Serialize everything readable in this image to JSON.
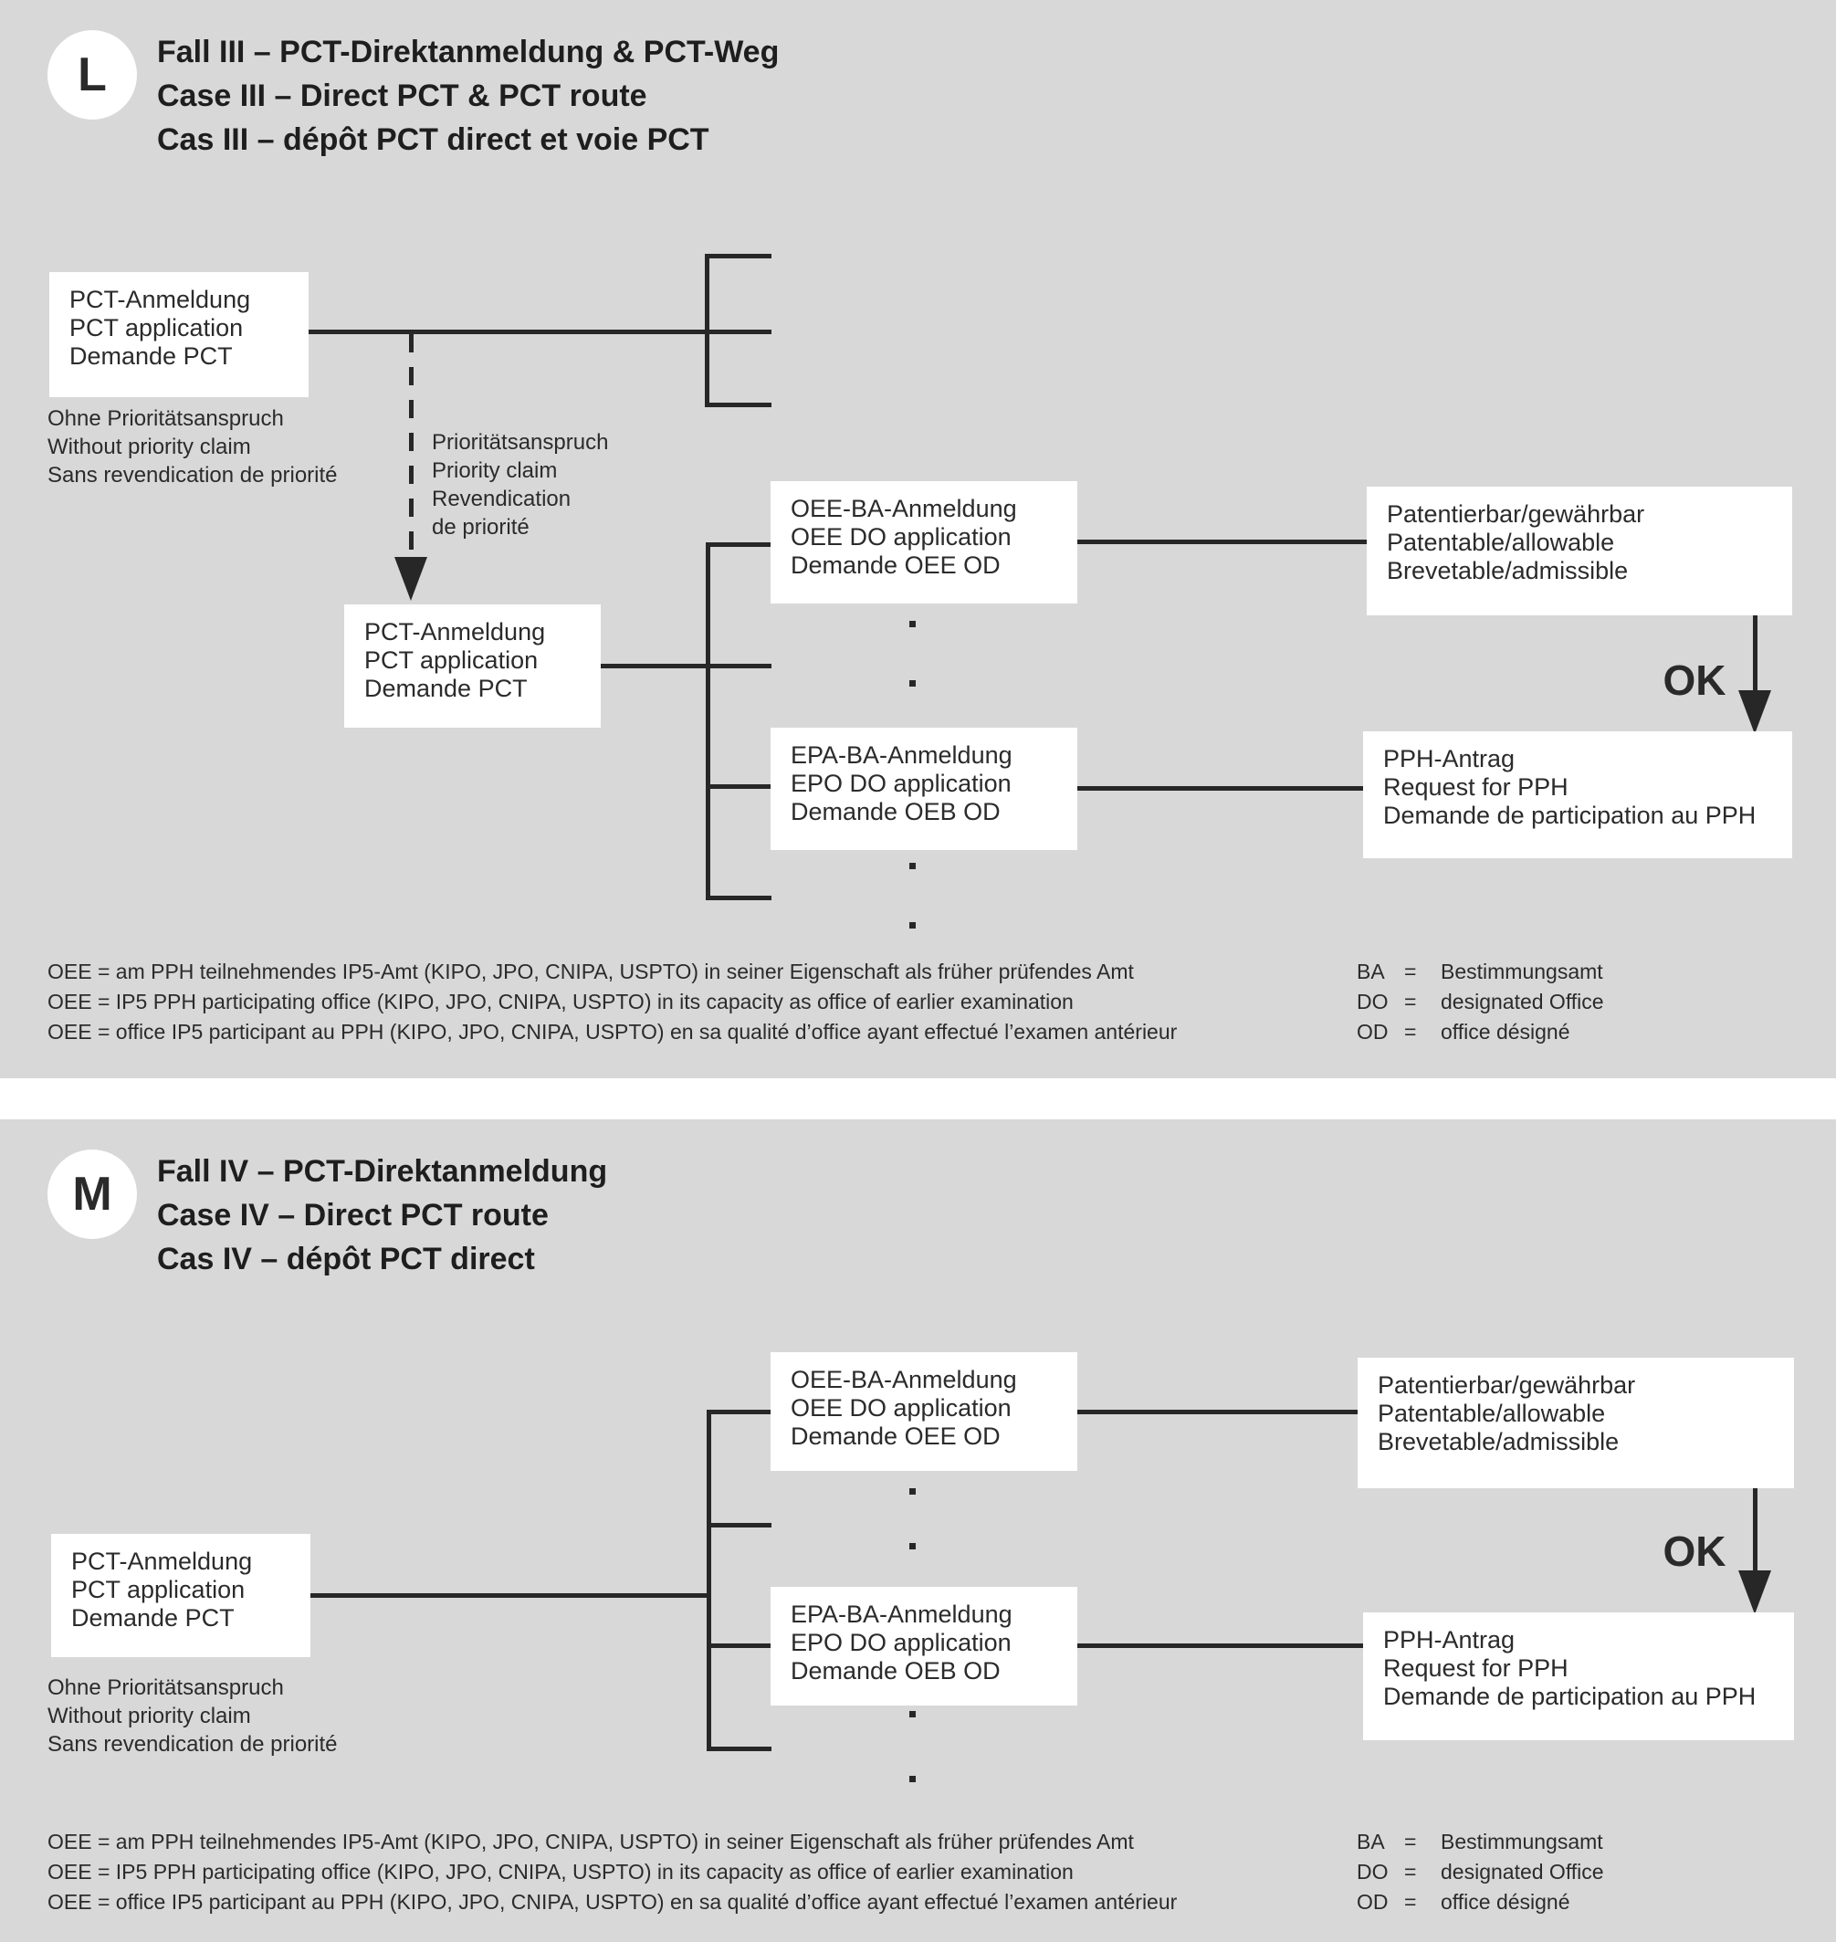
{
  "colors": {
    "panel_bg": "#d8d8d8",
    "node_bg": "#ffffff",
    "line": "#272727"
  },
  "panels": [
    {
      "badge": "L",
      "title": [
        "Fall III – PCT-Direktanmeldung & PCT-Weg",
        "Case III – Direct PCT & PCT route",
        "Cas III – dépôt PCT direct et voie PCT"
      ],
      "nodes": {
        "pct_first": [
          "PCT-Anmeldung",
          "PCT application",
          "Demande PCT"
        ],
        "pct_second": [
          "PCT-Anmeldung",
          "PCT application",
          "Demande PCT"
        ],
        "oee_do": [
          "OEE-BA-Anmeldung",
          "OEE DO application",
          "Demande OEE OD"
        ],
        "epo_do": [
          "EPA-BA-Anmeldung",
          "EPO DO application",
          "Demande OEB OD"
        ],
        "patentable": [
          "Patentierbar/gewährbar",
          "Patentable/allowable",
          "Brevetable/admissible"
        ],
        "pph_request": [
          "PPH-Antrag",
          "Request for PPH",
          "Demande de participation au PPH"
        ]
      },
      "edge_labels": {
        "without_priority": [
          "Ohne Prioritätsanspruch",
          "Without priority claim",
          "Sans revendication de priorité"
        ],
        "priority_claim": [
          "Prioritätsanspruch",
          "Priority claim",
          "Revendication",
          "de priorité"
        ],
        "ok": "OK"
      },
      "legend_left": [
        "OEE = am PPH teilnehmendes IP5-Amt (KIPO, JPO, CNIPA, USPTO) in seiner Eigenschaft als früher prüfendes Amt",
        "OEE = IP5 PPH participating office (KIPO, JPO, CNIPA, USPTO) in its capacity as office of earlier examination",
        "OEE = office IP5 participant au PPH (KIPO, JPO, CNIPA, USPTO) en sa qualité d’office ayant effectué l’examen antérieur"
      ],
      "legend_right": [
        {
          "abbr": "BA",
          "sign": "=",
          "label": "Bestimmungsamt"
        },
        {
          "abbr": "DO",
          "sign": "=",
          "label": "designated Office"
        },
        {
          "abbr": "OD",
          "sign": "=",
          "label": "office désigné"
        }
      ]
    },
    {
      "badge": "M",
      "title": [
        "Fall IV – PCT-Direktanmeldung",
        "Case IV – Direct PCT route",
        "Cas IV – dépôt PCT direct"
      ],
      "nodes": {
        "pct_first": [
          "PCT-Anmeldung",
          "PCT application",
          "Demande PCT"
        ],
        "oee_do": [
          "OEE-BA-Anmeldung",
          "OEE DO application",
          "Demande OEE OD"
        ],
        "epo_do": [
          "EPA-BA-Anmeldung",
          "EPO DO application",
          "Demande OEB OD"
        ],
        "patentable": [
          "Patentierbar/gewährbar",
          "Patentable/allowable",
          "Brevetable/admissible"
        ],
        "pph_request": [
          "PPH-Antrag",
          "Request for PPH",
          "Demande de participation au PPH"
        ]
      },
      "edge_labels": {
        "without_priority": [
          "Ohne Prioritätsanspruch",
          "Without priority claim",
          "Sans revendication de priorité"
        ],
        "ok": "OK"
      },
      "legend_left": [
        "OEE = am PPH teilnehmendes IP5-Amt (KIPO, JPO, CNIPA, USPTO) in seiner Eigenschaft als früher prüfendes Amt",
        "OEE = IP5 PPH participating office (KIPO, JPO, CNIPA, USPTO) in its capacity as office of earlier examination",
        "OEE = office IP5 participant au PPH (KIPO, JPO, CNIPA, USPTO) en sa qualité d’office ayant effectué l’examen antérieur"
      ],
      "legend_right": [
        {
          "abbr": "BA",
          "sign": "=",
          "label": "Bestimmungsamt"
        },
        {
          "abbr": "DO",
          "sign": "=",
          "label": "designated Office"
        },
        {
          "abbr": "OD",
          "sign": "=",
          "label": "office désigné"
        }
      ]
    }
  ]
}
